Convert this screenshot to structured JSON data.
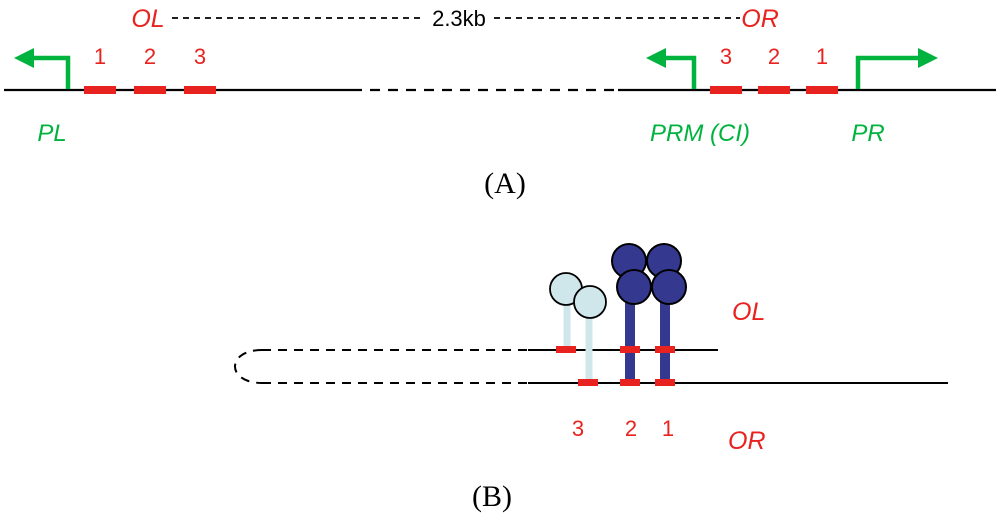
{
  "figure": {
    "panel_a": {
      "caption": "(A)",
      "left_operator_label": "OL",
      "right_operator_label": "OR",
      "distance_label": "2.3kb",
      "left_promoter_label": "PL",
      "middle_promoter_label": "PRM (CI)",
      "right_promoter_label": "PR",
      "left_operator_sites": [
        "1",
        "2",
        "3"
      ],
      "right_operator_sites": [
        "3",
        "2",
        "1"
      ]
    },
    "panel_b": {
      "caption": "(B)",
      "top_strand_label": "OL",
      "bottom_strand_label": "OR",
      "bottom_site_numbers": [
        "3",
        "2",
        "1"
      ]
    }
  },
  "colors": {
    "operator_red": "#e8231f",
    "promoter_green": "#00b33e",
    "cl_dimer_light": "#cfe6ea",
    "cl_dimer_dark": "#34388f",
    "dna_black": "#000000"
  }
}
